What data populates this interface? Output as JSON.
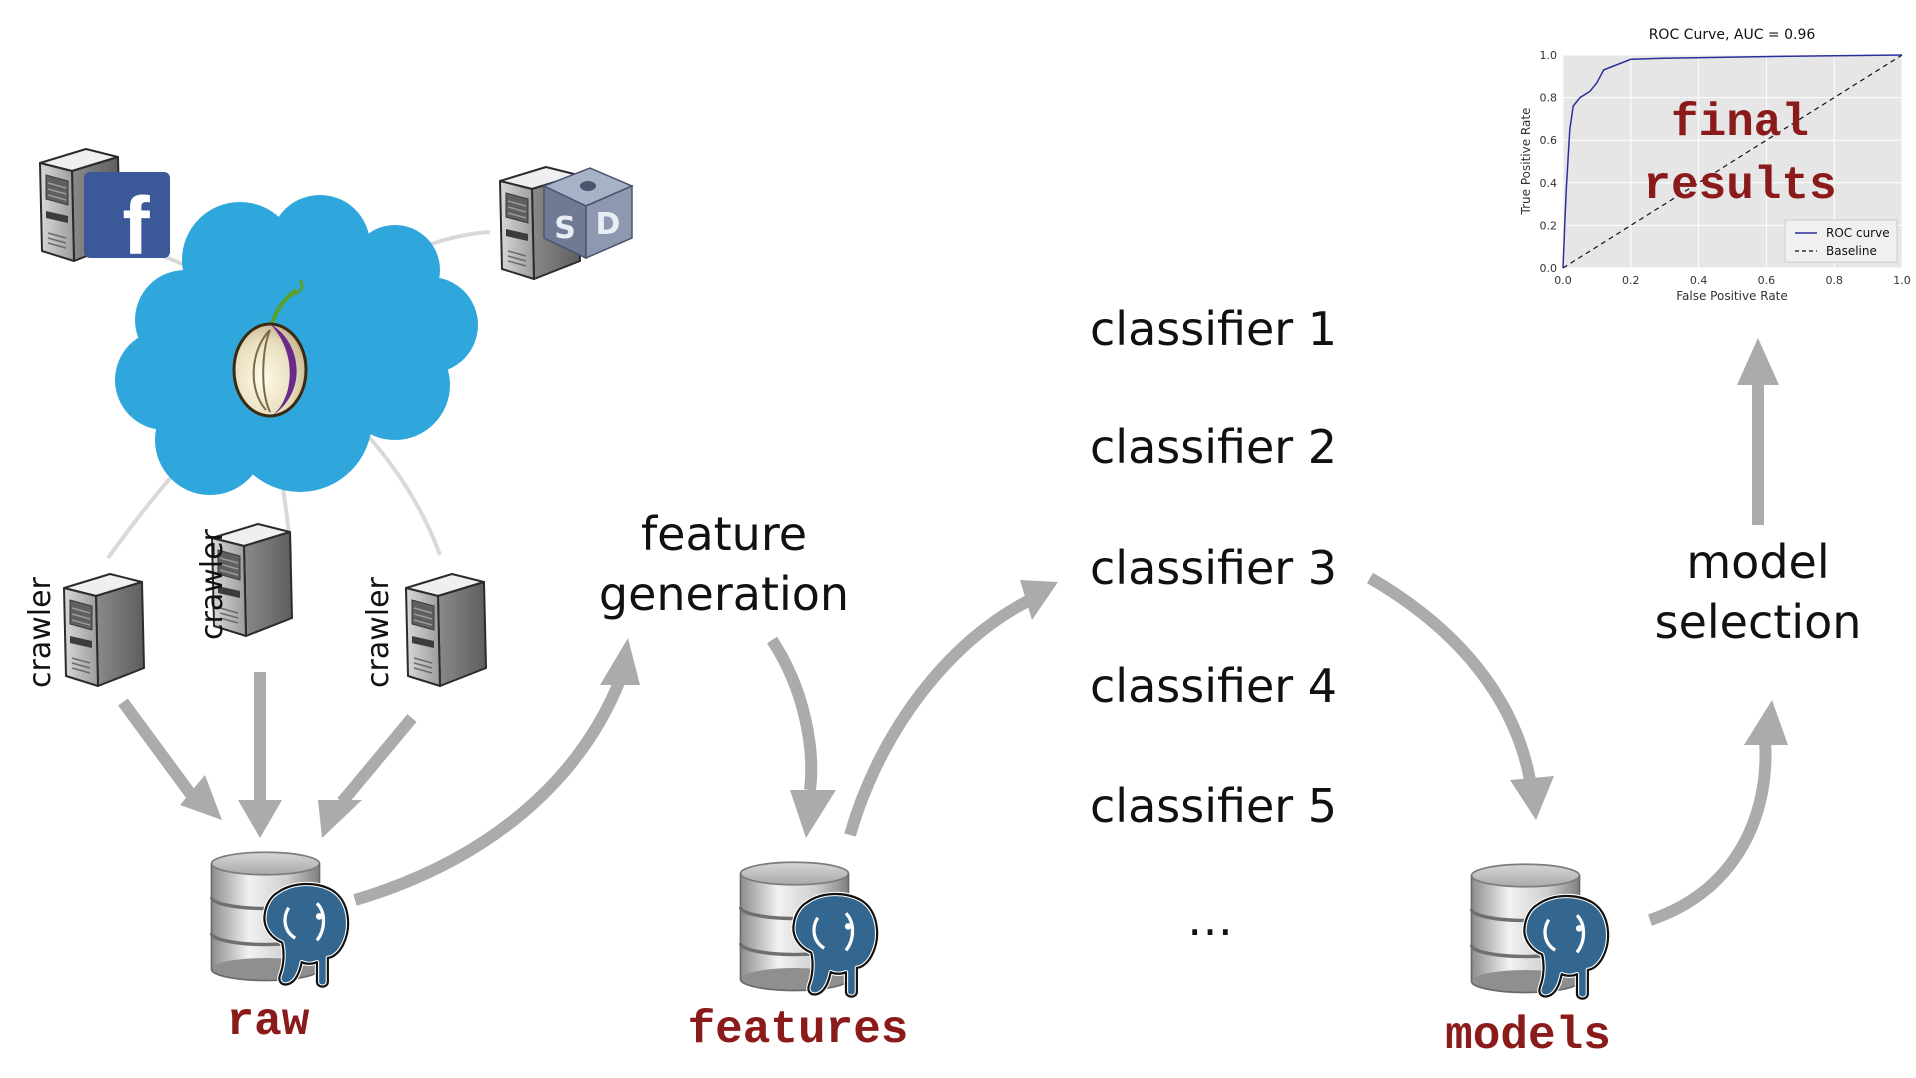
{
  "labels": {
    "crawler": "crawler",
    "feature_line1": "feature",
    "feature_line2": "generation",
    "classifiers": [
      "classifier 1",
      "classifier 2",
      "classifier 3",
      "classifier 4",
      "classifier 5",
      "…"
    ],
    "model_line1": "model",
    "model_line2": "selection",
    "db_raw": "raw",
    "db_features": "features",
    "db_models": "models",
    "final_line1": "final",
    "final_line2": "results"
  },
  "roc_chart": {
    "title": "ROC Curve, AUC = 0.96",
    "xlabel": "False Positive Rate",
    "ylabel": "True Positive Rate",
    "xticks": [
      "0.0",
      "0.2",
      "0.4",
      "0.6",
      "0.8",
      "1.0"
    ],
    "yticks": [
      "0.0",
      "0.2",
      "0.4",
      "0.6",
      "0.8",
      "1.0"
    ],
    "legend": [
      "ROC curve",
      "Baseline"
    ]
  },
  "chart_data": {
    "type": "line",
    "title": "ROC Curve, AUC = 0.96",
    "xlabel": "False Positive Rate",
    "ylabel": "True Positive Rate",
    "xlim": [
      0,
      1
    ],
    "ylim": [
      0,
      1
    ],
    "grid": true,
    "legend_position": "bottom-right",
    "series": [
      {
        "name": "ROC curve",
        "x": [
          0.0,
          0.005,
          0.01,
          0.02,
          0.03,
          0.05,
          0.08,
          0.1,
          0.12,
          0.2,
          0.3,
          0.5,
          0.7,
          1.0
        ],
        "y": [
          0.0,
          0.2,
          0.38,
          0.65,
          0.76,
          0.8,
          0.83,
          0.87,
          0.93,
          0.98,
          0.985,
          0.99,
          0.995,
          1.0
        ]
      },
      {
        "name": "Baseline",
        "x": [
          0,
          1
        ],
        "y": [
          0,
          1
        ]
      }
    ]
  },
  "colors": {
    "arrow": "#ababab",
    "db_label": "#8b1a1a",
    "cloud": "#2fa7dd",
    "facebook": "#3b5998",
    "tor_purple": "#6a2a8a",
    "roc_line": "#2b2f9c",
    "plot_bg": "#e6e6e6"
  },
  "icons": [
    "server-icon",
    "facebook-icon",
    "securedrop-icon",
    "tor-cloud-icon",
    "onion-icon",
    "database-icon",
    "postgres-elephant-icon"
  ]
}
